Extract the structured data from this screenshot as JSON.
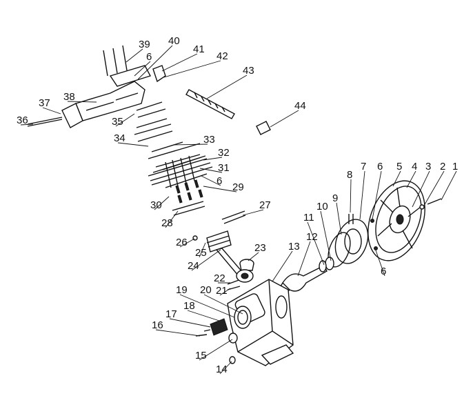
{
  "diagram": {
    "type": "exploded-parts-view",
    "part_labels": [
      "1",
      "2",
      "3",
      "4",
      "5",
      "6",
      "7",
      "8",
      "9",
      "10",
      "11",
      "12",
      "13",
      "14",
      "15",
      "16",
      "17",
      "18",
      "19",
      "20",
      "21",
      "22",
      "23",
      "24",
      "25",
      "26",
      "27",
      "28",
      "29",
      "30",
      "31",
      "32",
      "33",
      "34",
      "35",
      "36",
      "37",
      "38",
      "39",
      "40",
      "41",
      "42",
      "43",
      "44",
      "6",
      "6",
      "6"
    ]
  },
  "colors": {
    "ink": "#111111",
    "background": "#ffffff"
  }
}
